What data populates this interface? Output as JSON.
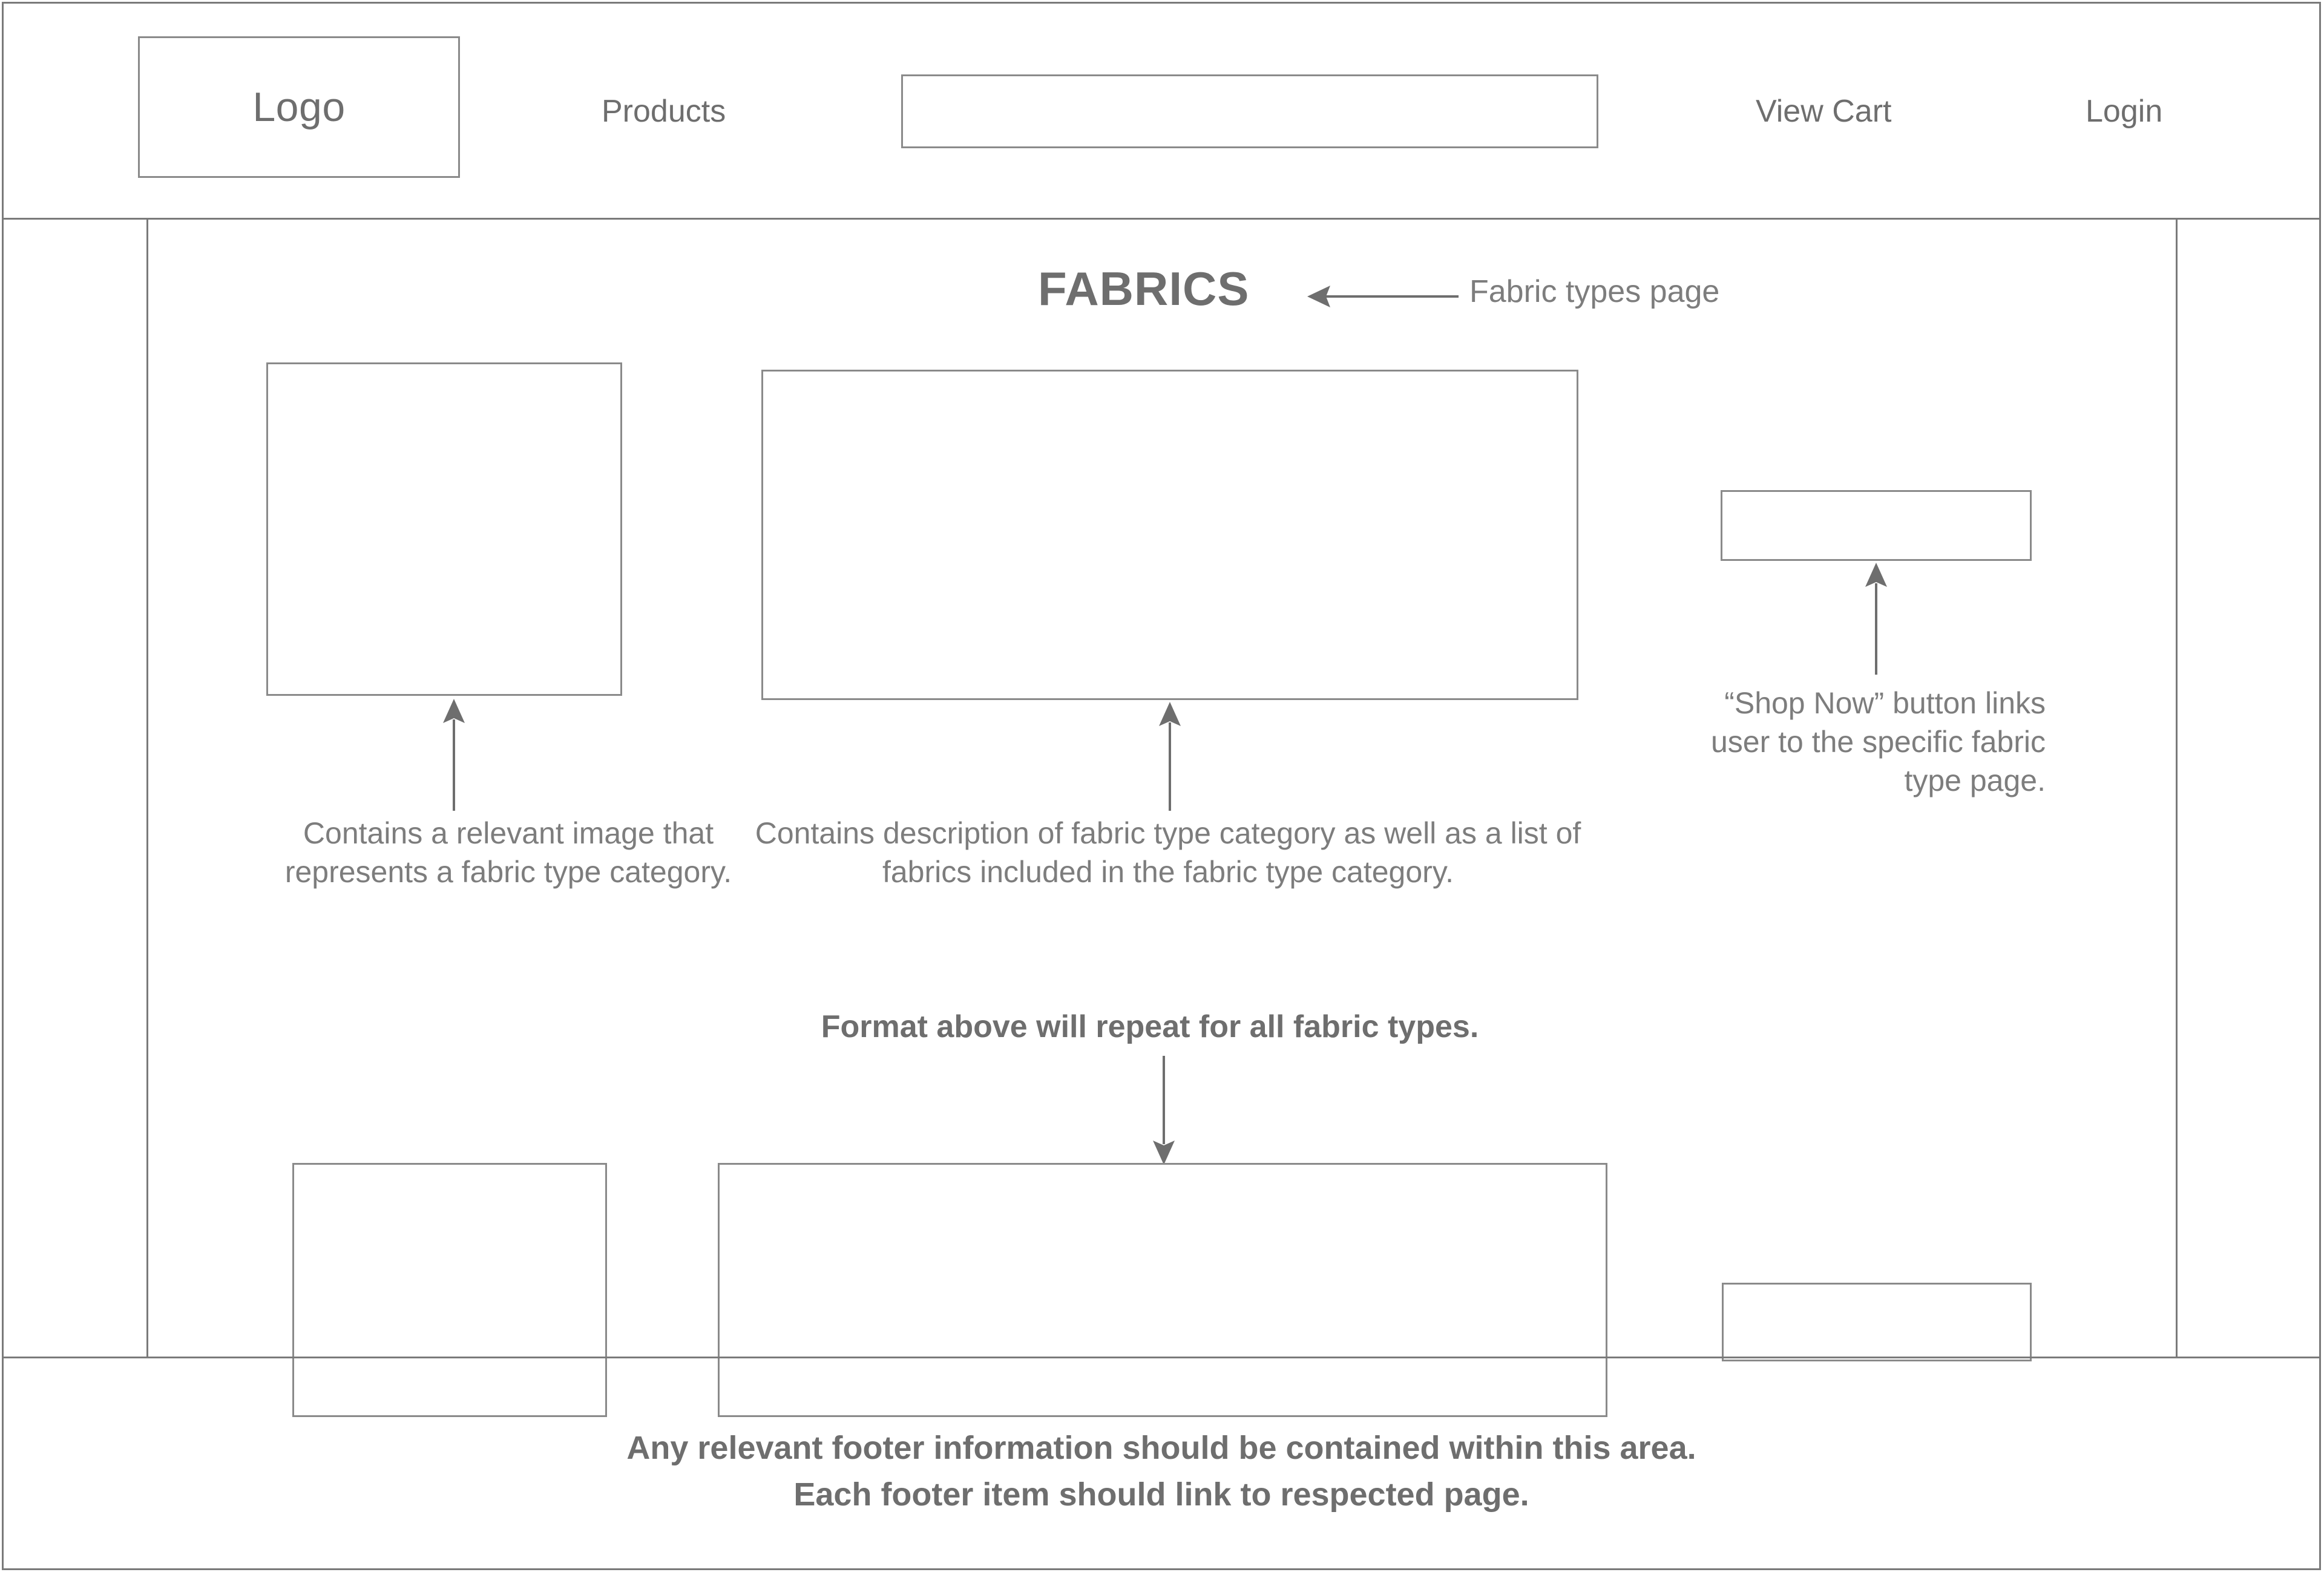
{
  "header": {
    "logo_label": "Logo",
    "nav": [
      {
        "label": "Products"
      },
      {
        "label": "View Cart"
      },
      {
        "label": "Login"
      }
    ],
    "search": {
      "value": "",
      "placeholder": ""
    }
  },
  "main": {
    "page_title": "FABRICS",
    "title_annotation": "Fabric types page",
    "annotations": {
      "image_note": "Contains a relevant image that represents a fabric type category.",
      "description_note": "Contains description of fabric type category as well as a list of fabrics included in the fabric type category.",
      "button_note": "“Shop Now” button links user to the specific fabric type page.",
      "repeat_note": "Format above will repeat for all fabric types."
    },
    "rows": [
      {
        "image_placeholder": "",
        "description_placeholder": "",
        "shop_now_placeholder": ""
      },
      {
        "image_placeholder": "",
        "description_placeholder": "",
        "shop_now_placeholder": ""
      }
    ]
  },
  "footer": {
    "lines": [
      "Any relevant footer information should be contained within this area.",
      "Each footer item should link to respected page."
    ]
  },
  "colors": {
    "stroke": "#7a7a7a",
    "box_stroke": "#8a8a8a",
    "text": "#6e6e6e",
    "annotation_text": "#7d7d7d",
    "background": "#ffffff"
  }
}
